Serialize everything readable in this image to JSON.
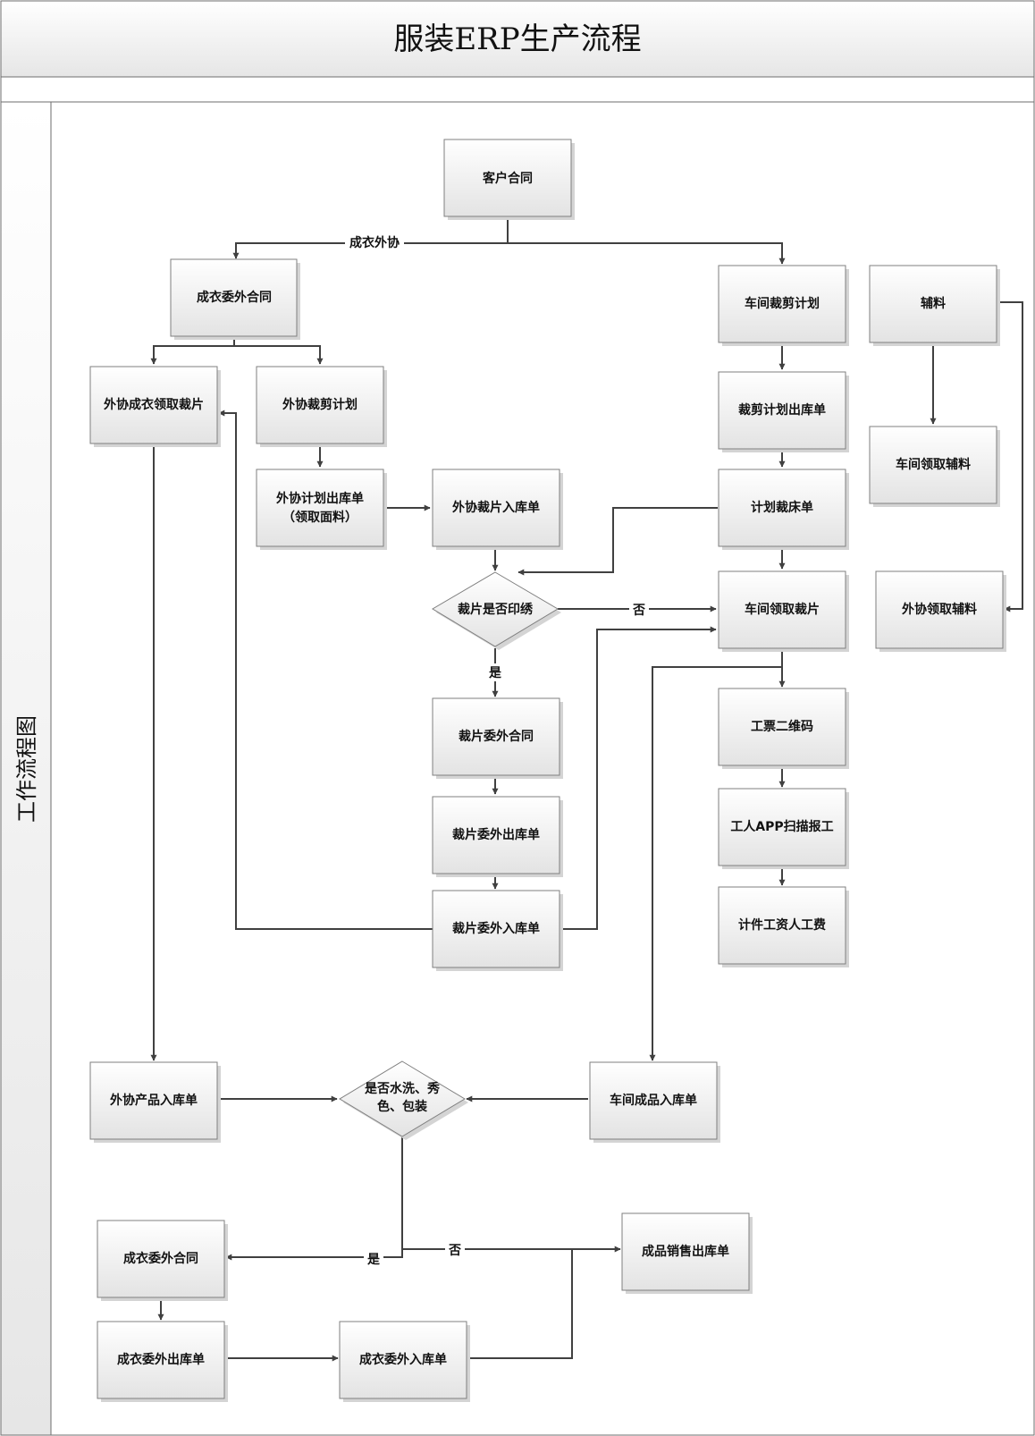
{
  "title": "服装ERP生产流程",
  "lane_label": "工作流程图",
  "nodes": {
    "customer_contract": "客户合同",
    "garment_outsource_contract": "成衣委外合同",
    "workshop_cut_plan": "车间裁剪计划",
    "accessories": "辅料",
    "outsource_garment_receive_pieces": "外协成衣领取裁片",
    "outsource_cut_plan": "外协裁剪计划",
    "cut_plan_outbound": "裁剪计划出库单",
    "workshop_receive_accessories": "车间领取辅料",
    "outsource_plan_outbound": [
      "外协计划出库单",
      "（领取面料）"
    ],
    "outsource_pieces_inbound": "外协裁片入库单",
    "plan_cutting_bed": "计划裁床单",
    "print_decision": "裁片是否印绣",
    "workshop_receive_pieces": "车间领取裁片",
    "outsource_receive_accessories": "外协领取辅料",
    "work_ticket_qr": "工票二维码",
    "pieces_outsource_contract": "裁片委外合同",
    "worker_app_scan": "工人APP扫描报工",
    "pieces_outsource_outbound": "裁片委外出库单",
    "piece_rate_wage": "计件工资人工费",
    "pieces_outsource_inbound": "裁片委外入库单",
    "outsource_product_inbound": "外协产品入库单",
    "wash_decision": [
      "是否水洗、秀",
      "色、包装"
    ],
    "workshop_finished_inbound": "车间成品入库单",
    "garment_outsource_contract_2": "成衣委外合同",
    "finished_sales_outbound": "成品销售出库单",
    "garment_outsource_outbound": "成衣委外出库单",
    "garment_outsource_inbound": "成衣委外入库单"
  },
  "edge_labels": {
    "garment_outsource": "成衣外协",
    "no_1": "否",
    "yes_1": "是",
    "yes_2": "是",
    "no_2": "否"
  }
}
